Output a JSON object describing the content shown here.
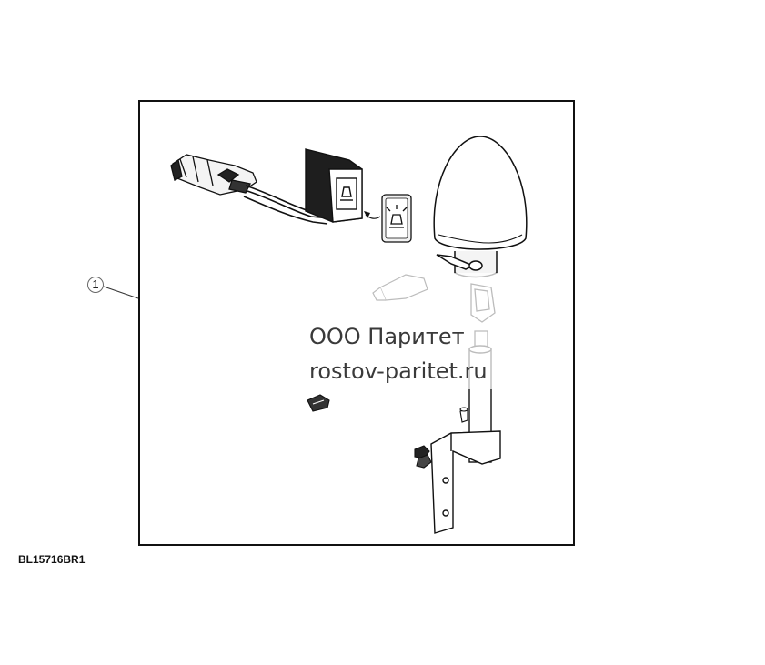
{
  "diagram": {
    "callouts": [
      {
        "number": "1"
      }
    ],
    "figure_id": "BL15716BR1",
    "watermark": {
      "line1": "ООО Паритет",
      "line2": "rostov-paritet.ru"
    }
  },
  "colors": {
    "line": "#111111",
    "watermark_text": "#3a3a3a"
  }
}
